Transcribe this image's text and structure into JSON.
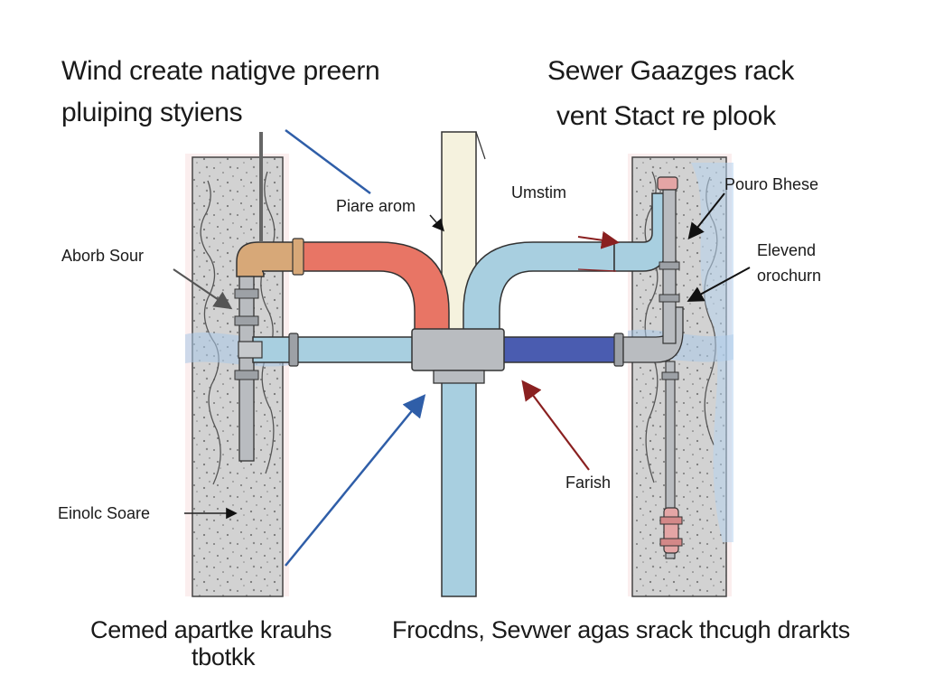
{
  "titles": {
    "left_line1": "Wind create natigve preern",
    "left_line2": "pluiping styiens",
    "right_line1": "Sewer Gaazges rack",
    "right_line2": "vent Stact re plook"
  },
  "labels": {
    "piare_arom": "Piare arom",
    "umstim": "Umstim",
    "abort_sour": "Aborb Sour",
    "pouro_bhese": "Pouro Bhese",
    "elevend": "Elevend",
    "orochurn": "orochurn",
    "farish": "Farish",
    "einolc_soare": "Einolc Soare"
  },
  "bottom": {
    "left_line1": "Cemed apartke krauhs",
    "left_line2": "tbotkk",
    "right": "Frocdns, Sevwer agas srack thcugh drarkts"
  },
  "colors": {
    "concrete": "#cfcfcf",
    "water": "#a9c8e8",
    "pipe_light_blue": "#a8cfe0",
    "pipe_red": "#e87565",
    "pipe_dark_blue": "#4a5cb0",
    "pipe_tan": "#d7a878",
    "pipe_gray": "#b9bcc0",
    "arrow_blue": "#2f5ea8",
    "arrow_red": "#8a2020"
  }
}
